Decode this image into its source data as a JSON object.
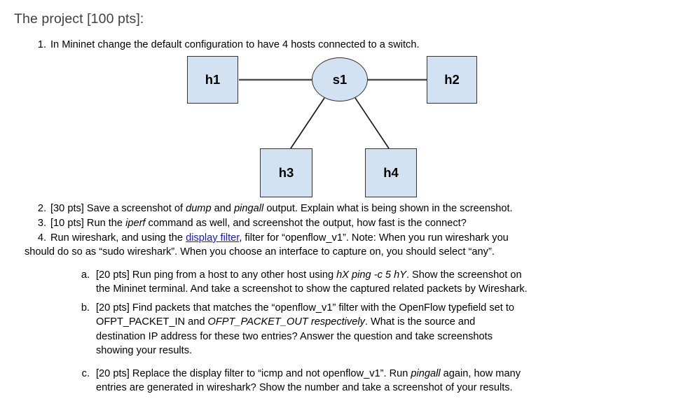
{
  "document": {
    "title": "The project [100 pts]:"
  },
  "tasks": [
    {
      "marker": "1.",
      "text": "In Mininet change the default configuration to have 4 hosts connected to a switch."
    },
    {
      "marker": "2.",
      "pre": "[30 pts] Save a screenshot of ",
      "em1": "dump",
      "mid1": " and ",
      "em2": "pingall",
      "post": " output. Explain what is being shown in the screenshot."
    },
    {
      "marker": "3.",
      "pre": "[10 pts] Run the ",
      "em1": "iperf",
      "post": " command as well, and screenshot the output, how fast is the connect?"
    },
    {
      "marker": "4.",
      "pre": "Run wireshark, and using the ",
      "link": "display filter",
      "post": ", filter for “openflow_v1”.  Note:  When you run wireshark you",
      "line2": "should do so as “sudo wireshark”. When you choose an interface to capture on, you should select “any”."
    }
  ],
  "subtasks": [
    {
      "marker": "a.",
      "pre": "[20 pts] Run ping from a host to any other host using ",
      "em1": "hX ping -c 5 hY",
      "post": ". Show the screenshot on",
      "line2": "the Mininet terminal. And take a screenshot to show the captured related packets by Wireshark."
    },
    {
      "marker": "b.",
      "line1": "[20 pts] Find packets that matches the “openflow_v1” filter with the OpenFlow typefield set to",
      "line2_pre": "OFPT_PACKET_IN and ",
      "line2_em": "OFPT_PACKET_OUT respectively",
      "line2_post": ".  What is the source and",
      "line3": "destination IP address for these two entries? Answer the question and take screenshots",
      "line4": "showing your results."
    },
    {
      "marker": "c.",
      "line1_pre": "[20 pts] Replace the display filter to “icmp and not openflow_v1”. Run ",
      "line1_em": "pingall",
      "line1_post": " again, how many",
      "line2": "entries are generated in wireshark? Show the number and take a screenshot of your results."
    }
  ],
  "diagram": {
    "type": "network-topology",
    "description": "Four hosts connected to a single switch",
    "nodes": [
      {
        "id": "h1",
        "label": "h1",
        "shape": "rect"
      },
      {
        "id": "s1",
        "label": "s1",
        "shape": "ellipse"
      },
      {
        "id": "h2",
        "label": "h2",
        "shape": "rect"
      },
      {
        "id": "h3",
        "label": "h3",
        "shape": "rect"
      },
      {
        "id": "h4",
        "label": "h4",
        "shape": "rect"
      }
    ],
    "edges": [
      {
        "from": "h1",
        "to": "s1"
      },
      {
        "from": "s1",
        "to": "h2"
      },
      {
        "from": "s1",
        "to": "h3"
      },
      {
        "from": "s1",
        "to": "h4"
      }
    ],
    "colors": {
      "node_fill": "#d2e2f2",
      "node_stroke": "#333333",
      "edge_stroke": "#4d4d4d"
    }
  },
  "colors": {
    "heading": "#404040",
    "body_text": "#000000",
    "link": "#1414e0",
    "background": "#ffffff"
  }
}
